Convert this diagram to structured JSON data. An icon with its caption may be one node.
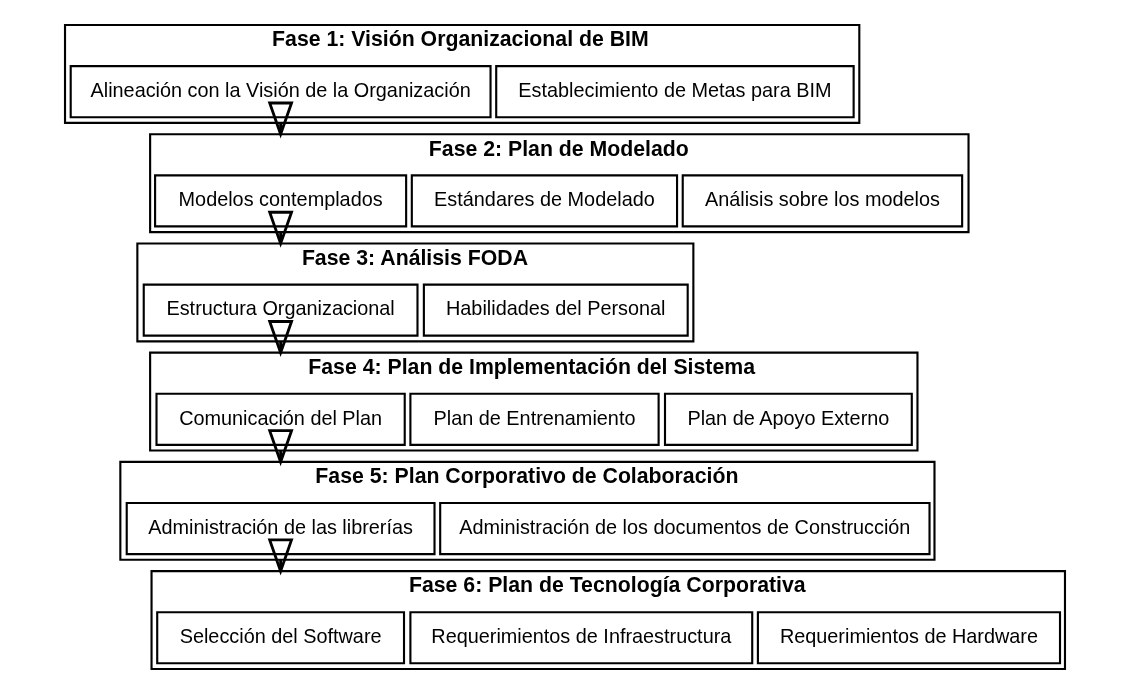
{
  "diagram": {
    "nodes": [
      {
        "text": [
          "Fase 1: Visión Organizacional de BIM"
        ]
      },
      {
        "text": [
          "Alineación con la Visión de la Organización"
        ],
        "in": 0
      },
      {
        "text": [
          "Establecimiento de Metas para BIM"
        ],
        "in": 0
      },
      {
        "text": [
          "Fase 2: Plan de Modelado"
        ]
      },
      {
        "text": [
          "Modelos contemplados"
        ],
        "in": 3
      },
      {
        "text": [
          "Estándares de Modelado"
        ],
        "in": 3
      },
      {
        "text": [
          "Análisis sobre los modelos"
        ],
        "in": 3
      },
      {
        "text": [
          "Fase 3: Análisis FODA"
        ]
      },
      {
        "text": [
          "Estructura Organizacional"
        ],
        "in": 7
      },
      {
        "text": [
          "Habilidades del Personal"
        ],
        "in": 7
      },
      {
        "text": [
          "Fase 4: Plan de Implementación del Sistema"
        ]
      },
      {
        "text": [
          "Comunicación del Plan"
        ],
        "in": 10
      },
      {
        "text": [
          "Plan de Entrenamiento"
        ],
        "in": 10
      },
      {
        "text": [
          "Plan de Apoyo Externo"
        ],
        "in": 10
      },
      {
        "text": [
          "Fase 5: Plan Corporativo de Colaboración"
        ]
      },
      {
        "text": [
          "Administración de las librerías"
        ],
        "in": 14
      },
      {
        "text": [
          "Administración de los documentos de Construcción"
        ],
        "in": 14
      },
      {
        "text": [
          "Fase 6: Plan de Tecnología Corporativa"
        ]
      },
      {
        "text": [
          "Selección del Software"
        ],
        "in": 17
      },
      {
        "text": [
          "Requerimientos de Infraestructura"
        ],
        "in": 17
      },
      {
        "text": [
          "Requerimientos de Hardware"
        ],
        "in": 17
      }
    ],
    "edges": [
      {
        "from": 0,
        "to": 3,
        "arrow": "to"
      },
      {
        "from": 3,
        "to": 7,
        "arrow": "to"
      },
      {
        "from": 7,
        "to": 10,
        "arrow": "to"
      },
      {
        "from": 10,
        "to": 14,
        "arrow": "to"
      },
      {
        "from": 14,
        "to": 17,
        "arrow": "to"
      }
    ]
  }
}
